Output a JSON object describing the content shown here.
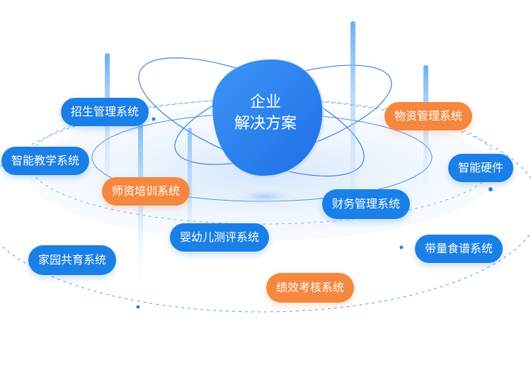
{
  "hub": {
    "line1": "企业",
    "line2": "解决方案"
  },
  "modules": {
    "zhaosheng": "招生管理系统",
    "jiaoxue": "智能教学系统",
    "shizi": "师资培训系统",
    "ceping": "婴幼儿测评系统",
    "jiayuan": "家园共育系统",
    "jixiao": "绩效考核系统",
    "wuzi": "物资管理系统",
    "yingjian": "智能硬件",
    "caiwu": "财务管理系统",
    "shipu": "带量食谱系统"
  },
  "colors": {
    "blue": "#1a7fe6",
    "orange": "#f5873f",
    "hub": "#2f80f0",
    "line": "#3f86e8"
  }
}
